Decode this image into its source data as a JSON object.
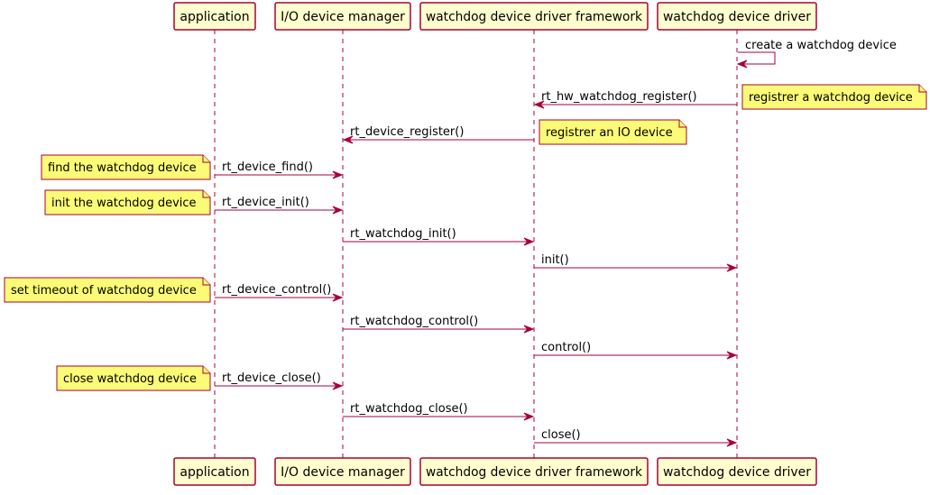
{
  "participants": [
    {
      "id": "app",
      "label": "application"
    },
    {
      "id": "iodm",
      "label": "I/O device manager"
    },
    {
      "id": "wdfw",
      "label": "watchdog device driver framework"
    },
    {
      "id": "wdd",
      "label": "watchdog device driver"
    }
  ],
  "messages": [
    {
      "from": "wdd",
      "to": "wdd",
      "label": "create a watchdog device"
    },
    {
      "from": "wdd",
      "to": "wdfw",
      "label": "rt_hw_watchdog_register()"
    },
    {
      "from": "wdfw",
      "to": "iodm",
      "label": "rt_device_register()"
    },
    {
      "from": "app",
      "to": "iodm",
      "label": "rt_device_find()"
    },
    {
      "from": "app",
      "to": "iodm",
      "label": "rt_device_init()"
    },
    {
      "from": "iodm",
      "to": "wdfw",
      "label": "rt_watchdog_init()"
    },
    {
      "from": "wdfw",
      "to": "wdd",
      "label": "init()"
    },
    {
      "from": "app",
      "to": "iodm",
      "label": "rt_device_control()"
    },
    {
      "from": "iodm",
      "to": "wdfw",
      "label": "rt_watchdog_control()"
    },
    {
      "from": "wdfw",
      "to": "wdd",
      "label": "control()"
    },
    {
      "from": "app",
      "to": "iodm",
      "label": "rt_device_close()"
    },
    {
      "from": "iodm",
      "to": "wdfw",
      "label": "rt_watchdog_close()"
    },
    {
      "from": "wdfw",
      "to": "wdd",
      "label": "close()"
    }
  ],
  "notes": [
    {
      "message": 1,
      "side": "right",
      "of": "wdd",
      "label": "registrer a watchdog device"
    },
    {
      "message": 2,
      "side": "right",
      "of": "wdfw",
      "label": "registrer an IO device"
    },
    {
      "message": 3,
      "side": "left",
      "of": "app",
      "label": "find the watchdog device"
    },
    {
      "message": 4,
      "side": "left",
      "of": "app",
      "label": "init the watchdog device"
    },
    {
      "message": 7,
      "side": "left",
      "of": "app",
      "label": "set timeout of watchdog device"
    },
    {
      "message": 10,
      "side": "left",
      "of": "app",
      "label": "close watchdog device"
    }
  ],
  "colors": {
    "border": "#A80036",
    "participant_fill": "#FEFECE",
    "note_fill": "#FBFB77"
  }
}
